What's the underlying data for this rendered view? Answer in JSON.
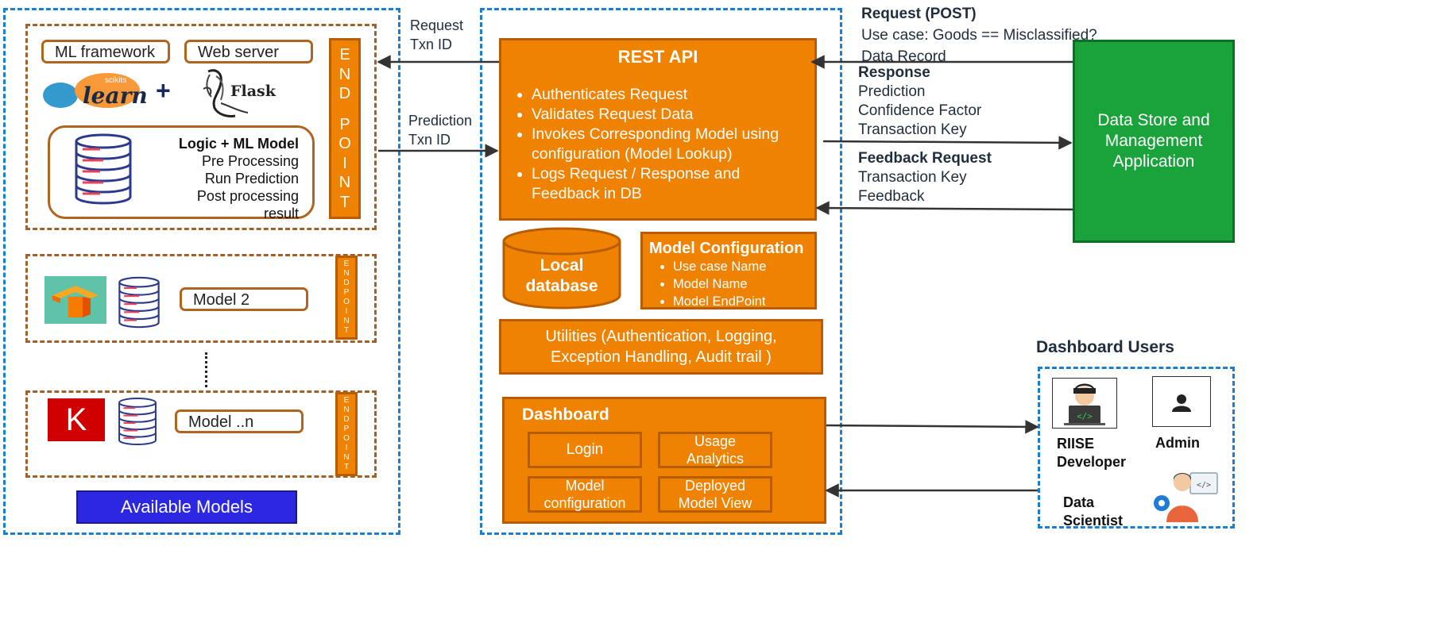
{
  "left_panel": {
    "card1": {
      "ml_framework_label": "ML framework",
      "web_server_label": "Web server",
      "sklearn_logo_small": "scikits",
      "sklearn_logo_large": "learn",
      "plus": "+",
      "flask_logo_text": "Flask",
      "logic_title": "Logic + ML Model",
      "logic_lines": [
        "Pre Processing",
        "Run Prediction",
        "Post processing",
        "result"
      ],
      "endpoint_letters": [
        "E",
        "N",
        "D",
        "P",
        "O",
        "I",
        "N",
        "T"
      ]
    },
    "card2": {
      "model_label": "Model 2",
      "endpoint_letters": [
        "E",
        "N",
        "D",
        "P",
        "O",
        "I",
        "N",
        "T"
      ]
    },
    "card3": {
      "model_label": "Model ..n",
      "keras_letter": "K",
      "endpoint_letters": [
        "E",
        "N",
        "D",
        "P",
        "O",
        "I",
        "N",
        "T"
      ]
    },
    "available_models_label": "Available Models"
  },
  "arrow_labels": {
    "request": [
      "Request",
      "Txn ID"
    ],
    "prediction": [
      "Prediction",
      "Txn ID"
    ]
  },
  "middle_panel": {
    "rest_api": {
      "title": "REST API",
      "bullets": [
        [
          "Authenticates Request"
        ],
        [
          "Validates Request Data"
        ],
        [
          "Invokes Corresponding Model using",
          "configuration (Model Lookup)"
        ],
        [
          "Logs Request / Response and",
          "Feedback in DB"
        ]
      ]
    },
    "local_db": [
      "Local",
      "database"
    ],
    "model_config": {
      "title": "Model Configuration",
      "items": [
        "Use case Name",
        "Model Name",
        "Model EndPoint"
      ]
    },
    "utilities": [
      "Utilities (Authentication, Logging,",
      "Exception Handling, Audit trail )"
    ],
    "dashboard": {
      "title": "Dashboard",
      "login": [
        "Login"
      ],
      "usage": [
        "Usage",
        "Analytics"
      ],
      "model_configuration": [
        "Model",
        "configuration"
      ],
      "deployed": [
        "Deployed",
        "Model View"
      ]
    }
  },
  "right_notes": {
    "request_title": "Request (POST)",
    "request_lines": [
      "Use case: Goods == Misclassified?",
      "Data Record"
    ],
    "response_title": "Response",
    "response_lines": [
      "Prediction",
      "Confidence Factor",
      "Transaction Key"
    ],
    "feedback_title": "Feedback Request",
    "feedback_lines": [
      "Transaction Key",
      "Feedback"
    ]
  },
  "data_store": [
    "Data Store and",
    "Management",
    "Application"
  ],
  "dashboard_users": {
    "title": "Dashboard Users",
    "riise": [
      "RIISE",
      "Developer"
    ],
    "admin": "Admin",
    "data_scientist": [
      "Data",
      "Scientist"
    ],
    "code_glyph": "</>"
  },
  "colors": {
    "orange": "#ef8200",
    "orange_border": "#b85c00",
    "green": "#1aa33a",
    "blue_button": "#2c27e0",
    "dash_blue": "#1a7fd0",
    "dash_brown": "#a0622a"
  }
}
